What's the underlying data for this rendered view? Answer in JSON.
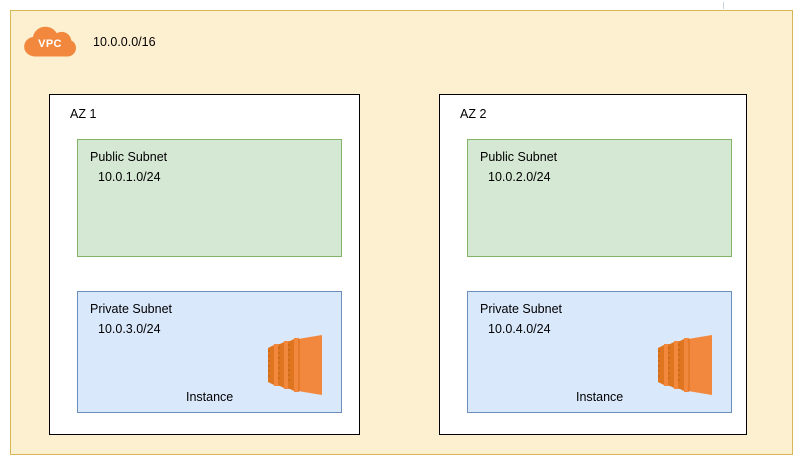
{
  "diagram": {
    "type": "aws-vpc-architecture",
    "vpc": {
      "icon_name": "vpc-cloud-icon",
      "icon_label": "VPC",
      "cidr": "10.0.0.0/16",
      "fill_color": "#fdf0d0",
      "border_color": "#d6b656",
      "icon_color": "#f2883e"
    },
    "availability_zones": [
      {
        "title": "AZ 1",
        "subnets": [
          {
            "name": "Public Subnet",
            "cidr": "10.0.1.0/24",
            "kind": "public",
            "fill_color": "#d5e8d4",
            "border_color": "#82b366",
            "resources": []
          },
          {
            "name": "Private Subnet",
            "cidr": "10.0.3.0/24",
            "kind": "private",
            "fill_color": "#dae8fc",
            "border_color": "#6c8ebf",
            "resources": [
              {
                "label": "Instance",
                "icon_name": "ec2-instance-icon",
                "icon_color": "#f2883e"
              }
            ]
          }
        ]
      },
      {
        "title": "AZ 2",
        "subnets": [
          {
            "name": "Public Subnet",
            "cidr": "10.0.2.0/24",
            "kind": "public",
            "fill_color": "#d5e8d4",
            "border_color": "#82b366",
            "resources": []
          },
          {
            "name": "Private Subnet",
            "cidr": "10.0.4.0/24",
            "kind": "private",
            "fill_color": "#dae8fc",
            "border_color": "#6c8ebf",
            "resources": [
              {
                "label": "Instance",
                "icon_name": "ec2-instance-icon",
                "icon_color": "#f2883e"
              }
            ]
          }
        ]
      }
    ]
  }
}
